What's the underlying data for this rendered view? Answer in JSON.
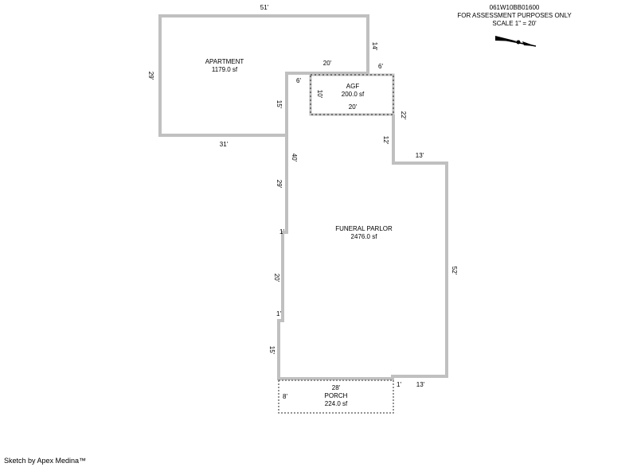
{
  "header": {
    "parcel_id": "061W10BB01600",
    "disclaimer": "FOR ASSESSMENT PURPOSES ONLY",
    "scale": "SCALE 1\" = 20'"
  },
  "areas": {
    "apartment": {
      "name": "APARTMENT",
      "area": "1179.0 sf"
    },
    "agf": {
      "name": "AGF",
      "area": "200.0 sf"
    },
    "funeral_parlor": {
      "name": "FUNERAL PARLOR",
      "area": "2476.0 sf"
    },
    "porch": {
      "name": "PORCH",
      "area": "224.0 sf"
    }
  },
  "dimensions": {
    "apt_top": "51'",
    "apt_left": "29'",
    "apt_bottom": "31'",
    "apt_right": "14'",
    "apt_inner_top": "20'",
    "apt_inner_left": "15'",
    "agf_top_right": "6'",
    "agf_corner": "6'",
    "agf_left": "10'",
    "agf_bottom": "20'",
    "fp_22": "22'",
    "fp_12": "12'",
    "fp_13_top": "13'",
    "fp_52": "52'",
    "fp_40": "40'",
    "fp_29": "29'",
    "fp_1a": "1'",
    "fp_20": "20'",
    "fp_1b": "1'",
    "fp_15": "15'",
    "porch_28": "28'",
    "porch_8": "8'",
    "porch_1": "1'",
    "fp_13_bottom": "13'"
  },
  "footer": "Sketch by Apex Medina™",
  "colors": {
    "wall": "#c0c0c0",
    "dotted": "#808080"
  }
}
